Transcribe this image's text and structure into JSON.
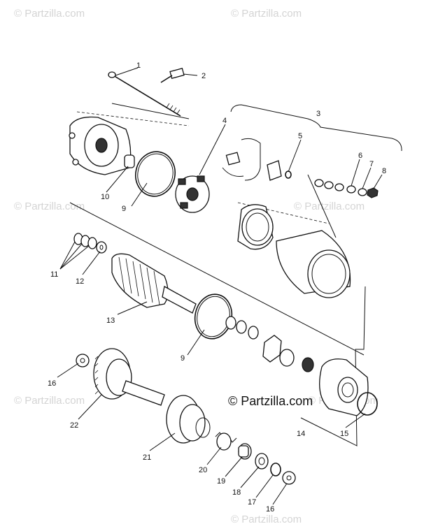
{
  "watermarks": {
    "text": "© Partzilla.com",
    "center_text": "© Partzilla.com"
  },
  "callouts": [
    {
      "id": "c1",
      "label": "1"
    },
    {
      "id": "c2",
      "label": "2"
    },
    {
      "id": "c3",
      "label": "3"
    },
    {
      "id": "c4",
      "label": "4"
    },
    {
      "id": "c5",
      "label": "5"
    },
    {
      "id": "c6",
      "label": "6"
    },
    {
      "id": "c7",
      "label": "7"
    },
    {
      "id": "c8",
      "label": "8"
    },
    {
      "id": "c9a",
      "label": "9"
    },
    {
      "id": "c9b",
      "label": "9"
    },
    {
      "id": "c10",
      "label": "10"
    },
    {
      "id": "c11",
      "label": "11"
    },
    {
      "id": "c12",
      "label": "12"
    },
    {
      "id": "c13",
      "label": "13"
    },
    {
      "id": "c14",
      "label": "14"
    },
    {
      "id": "c15",
      "label": "15"
    },
    {
      "id": "c16a",
      "label": "16"
    },
    {
      "id": "c16b",
      "label": "16"
    },
    {
      "id": "c17",
      "label": "17"
    },
    {
      "id": "c18",
      "label": "18"
    },
    {
      "id": "c19",
      "label": "19"
    },
    {
      "id": "c20",
      "label": "20"
    },
    {
      "id": "c21",
      "label": "21"
    },
    {
      "id": "c22",
      "label": "22"
    }
  ],
  "colors": {
    "ink": "#111111",
    "watermark": "#d4d4d4",
    "background": "#ffffff"
  }
}
